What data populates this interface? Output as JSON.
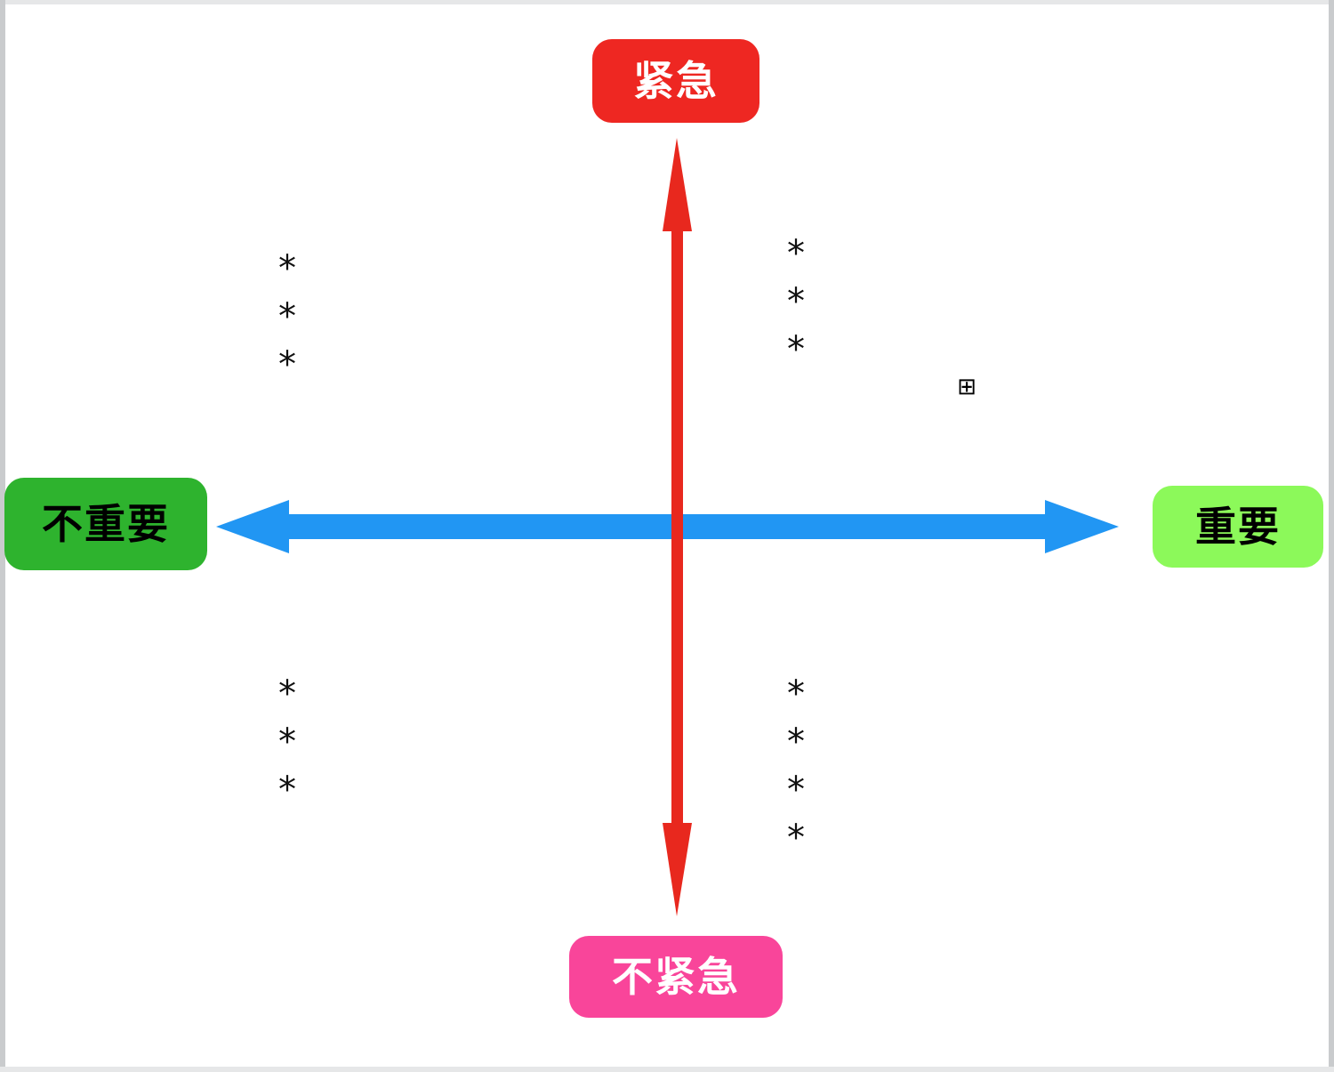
{
  "diagram": {
    "type": "eisenhower-matrix",
    "axes": {
      "vertical": {
        "color": "#e8281e",
        "top_label": "紧急",
        "bottom_label": "不紧急",
        "style": "double-headed-arrow"
      },
      "horizontal": {
        "color": "#2196f3",
        "left_label": "不重要",
        "right_label": "重要",
        "style": "double-headed-arrow"
      }
    },
    "labels": {
      "urgent": {
        "text": "紧急",
        "bg": "#ee2722",
        "fg": "#ffffff"
      },
      "not_urgent": {
        "text": "不紧急",
        "bg": "#f9459a",
        "fg": "#ffffff"
      },
      "not_important": {
        "text": "不重要",
        "bg": "#2eb32e",
        "fg": "#000000"
      },
      "important": {
        "text": "重要",
        "bg": "#8cf95a",
        "fg": "#000000"
      }
    },
    "quadrants": [
      {
        "id": "top-left",
        "name": "urgent-not-important",
        "markers": [
          "*",
          "*",
          "*"
        ]
      },
      {
        "id": "top-right",
        "name": "urgent-important",
        "markers": [
          "*",
          "*",
          "*"
        ]
      },
      {
        "id": "bottom-left",
        "name": "not-urgent-not-important",
        "markers": [
          "*",
          "*",
          "*"
        ]
      },
      {
        "id": "bottom-right",
        "name": "not-urgent-important",
        "markers": [
          "*",
          "*",
          "*",
          "*"
        ]
      }
    ],
    "grid_glyph": "⊞"
  }
}
